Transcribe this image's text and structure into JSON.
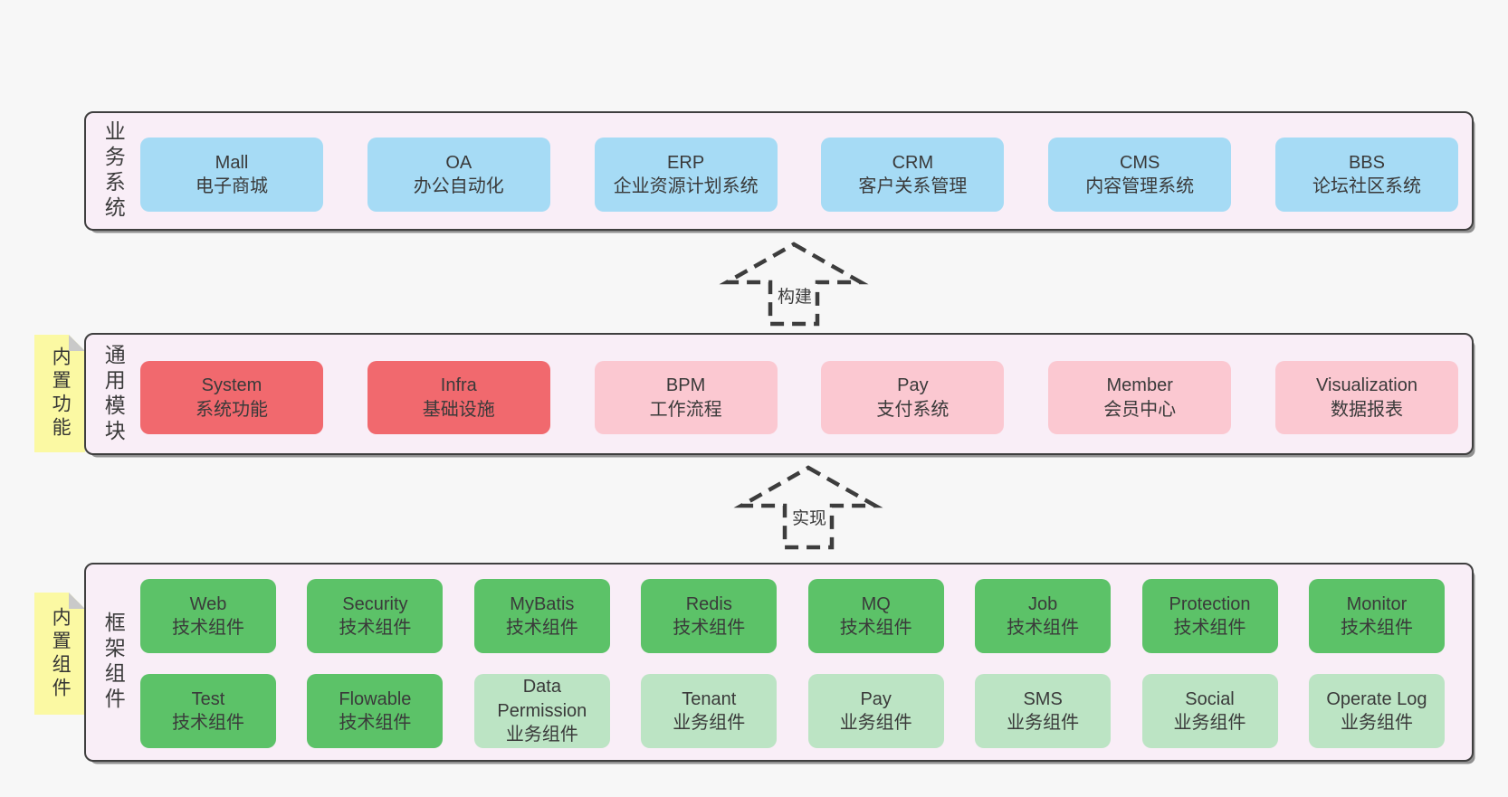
{
  "colors": {
    "page-bg": "#f7f7f7",
    "panel-bg": "#f9eef7",
    "panel-border": "#3f3f3f",
    "box-blue": "#a6dbf5",
    "box-red": "#f1696e",
    "box-pink": "#fbc8d1",
    "box-green": "#5cc268",
    "box-lightgreen": "#bce4c4",
    "note-yellow": "#fbf9a3",
    "note-fold": "#c9c9c9",
    "text": "#3b3b3b"
  },
  "arrows": [
    {
      "label": "构建"
    },
    {
      "label": "实现"
    }
  ],
  "layers": [
    {
      "side_label": "业务系统",
      "rows": [
        [
          {
            "name": "Mall",
            "desc": "电子商城",
            "type": "blue"
          },
          {
            "name": "OA",
            "desc": "办公自动化",
            "type": "blue"
          },
          {
            "name": "ERP",
            "desc": "企业资源计划系统",
            "type": "blue"
          },
          {
            "name": "CRM",
            "desc": "客户关系管理",
            "type": "blue"
          },
          {
            "name": "CMS",
            "desc": "内容管理系统",
            "type": "blue"
          },
          {
            "name": "BBS",
            "desc": "论坛社区系统",
            "type": "blue"
          }
        ]
      ]
    },
    {
      "side_label": "通用模块",
      "note": "内置功能",
      "rows": [
        [
          {
            "name": "System",
            "desc": "系统功能",
            "type": "red"
          },
          {
            "name": "Infra",
            "desc": "基础设施",
            "type": "red"
          },
          {
            "name": "BPM",
            "desc": "工作流程",
            "type": "pink"
          },
          {
            "name": "Pay",
            "desc": "支付系统",
            "type": "pink"
          },
          {
            "name": "Member",
            "desc": "会员中心",
            "type": "pink"
          },
          {
            "name": "Visualization",
            "desc": "数据报表",
            "type": "pink"
          }
        ]
      ]
    },
    {
      "side_label": "框架组件",
      "note": "内置组件",
      "rows": [
        [
          {
            "name": "Web",
            "desc": "技术组件",
            "type": "green"
          },
          {
            "name": "Security",
            "desc": "技术组件",
            "type": "green"
          },
          {
            "name": "MyBatis",
            "desc": "技术组件",
            "type": "green"
          },
          {
            "name": "Redis",
            "desc": "技术组件",
            "type": "green"
          },
          {
            "name": "MQ",
            "desc": "技术组件",
            "type": "green"
          },
          {
            "name": "Job",
            "desc": "技术组件",
            "type": "green"
          },
          {
            "name": "Protection",
            "desc": "技术组件",
            "type": "green"
          },
          {
            "name": "Monitor",
            "desc": "技术组件",
            "type": "green"
          }
        ],
        [
          {
            "name": "Test",
            "desc": "技术组件",
            "type": "green"
          },
          {
            "name": "Flowable",
            "desc": "技术组件",
            "type": "green"
          },
          {
            "name": "Data Permission",
            "desc": "业务组件",
            "type": "lightgreen"
          },
          {
            "name": "Tenant",
            "desc": "业务组件",
            "type": "lightgreen"
          },
          {
            "name": "Pay",
            "desc": "业务组件",
            "type": "lightgreen"
          },
          {
            "name": "SMS",
            "desc": "业务组件",
            "type": "lightgreen"
          },
          {
            "name": "Social",
            "desc": "业务组件",
            "type": "lightgreen"
          },
          {
            "name": "Operate Log",
            "desc": "业务组件",
            "type": "lightgreen"
          }
        ]
      ]
    }
  ]
}
